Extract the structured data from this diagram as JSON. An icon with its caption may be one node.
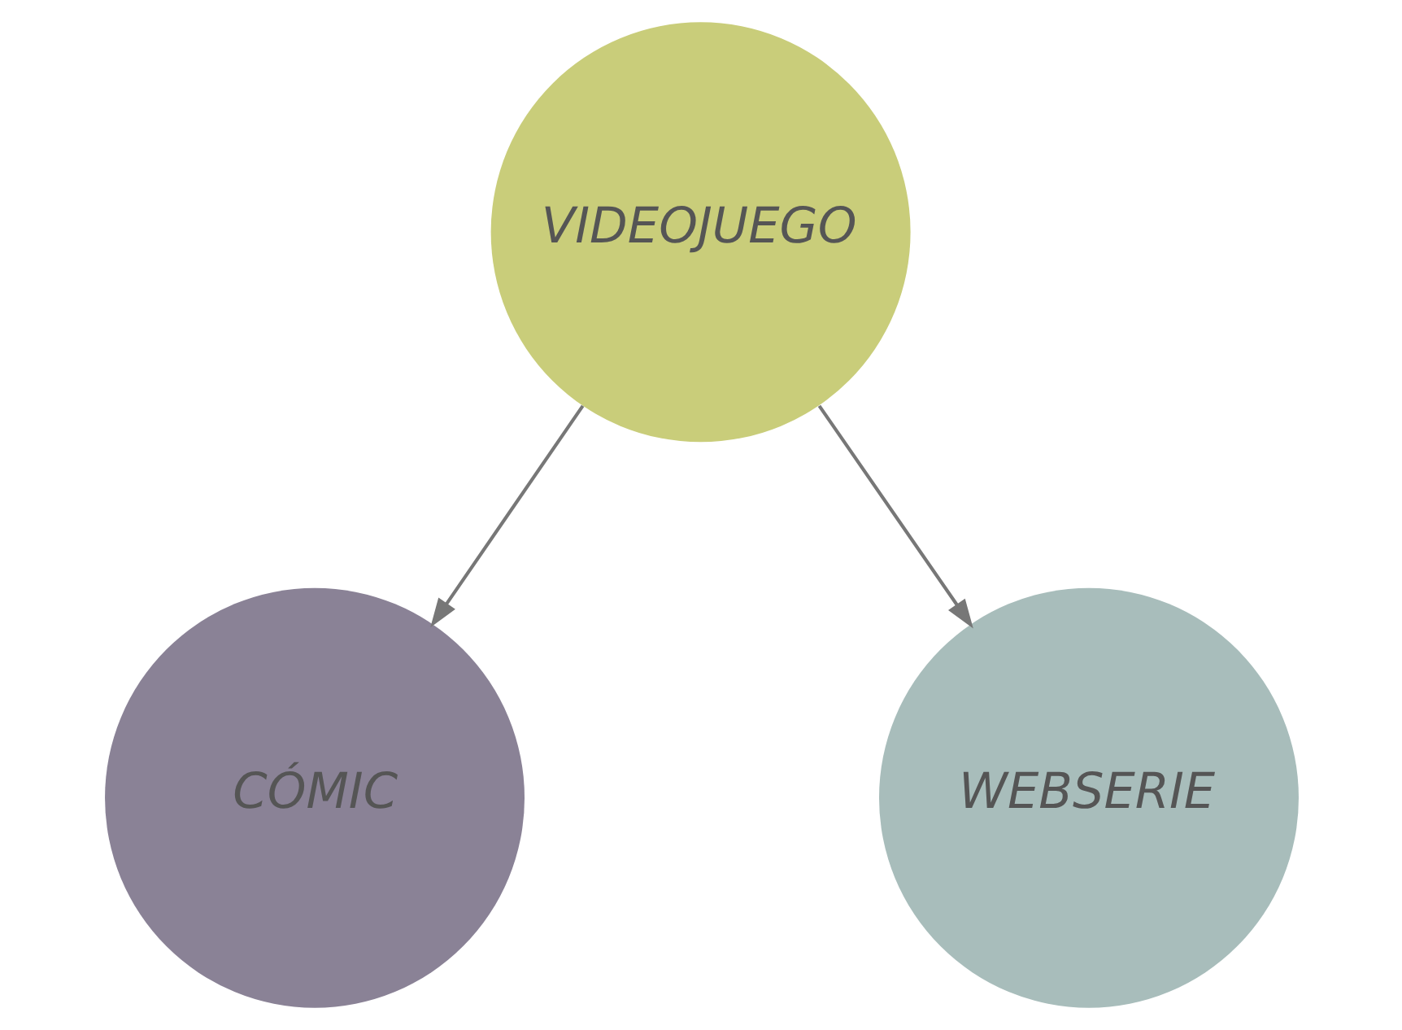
{
  "diagram": {
    "nodes": [
      {
        "text": [
          "VIDEOJUEGO"
        ]
      },
      {
        "text": [
          "CÓMIC"
        ]
      },
      {
        "text": [
          "WEBSERIE"
        ]
      }
    ],
    "edges": [
      {
        "from": 0,
        "to": 1,
        "arrow": "to"
      },
      {
        "from": 0,
        "to": 2,
        "arrow": "to"
      }
    ]
  }
}
